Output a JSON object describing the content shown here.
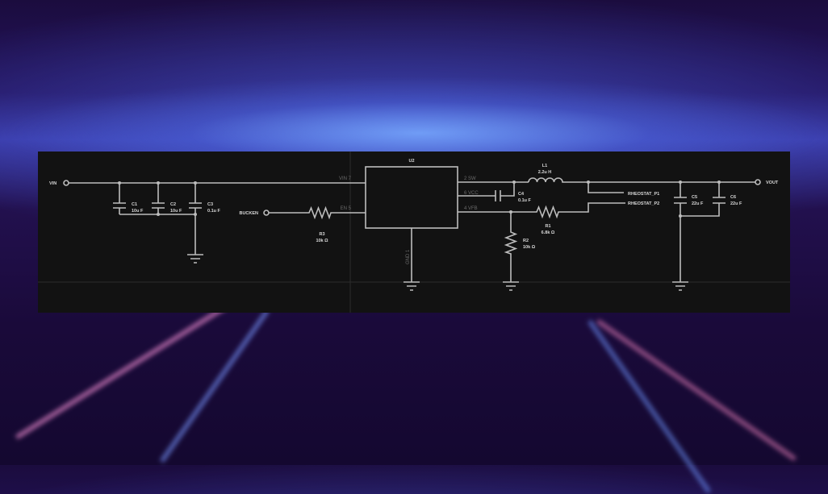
{
  "schematic": {
    "ports": {
      "vin": "VIN",
      "vout": "VOUT",
      "bucken": "BUCKEN",
      "rheostat_p1": "RHEOSTAT_P1",
      "rheostat_p2": "RHEOSTAT_P2"
    },
    "u2": {
      "ref": "U2",
      "pins": {
        "vin": "VIN 7",
        "en": "EN 5",
        "sw": "2 SW",
        "vcc": "6 VCC",
        "vfb": "4 VFB",
        "gnd": "GND 1"
      }
    },
    "components": {
      "c1": {
        "ref": "C1",
        "value": "10u F"
      },
      "c2": {
        "ref": "C2",
        "value": "10u F"
      },
      "c3": {
        "ref": "C3",
        "value": "0.1u F"
      },
      "r3": {
        "ref": "R3",
        "value": "10k Ω"
      },
      "l1": {
        "ref": "L1",
        "value": "2.2u H"
      },
      "c4": {
        "ref": "C4",
        "value": "0.1u F"
      },
      "r1": {
        "ref": "R1",
        "value": "6.8k Ω"
      },
      "r2": {
        "ref": "R2",
        "value": "10k Ω"
      },
      "c5": {
        "ref": "C5",
        "value": "22u F"
      },
      "c6": {
        "ref": "C6",
        "value": "22u F"
      }
    }
  }
}
